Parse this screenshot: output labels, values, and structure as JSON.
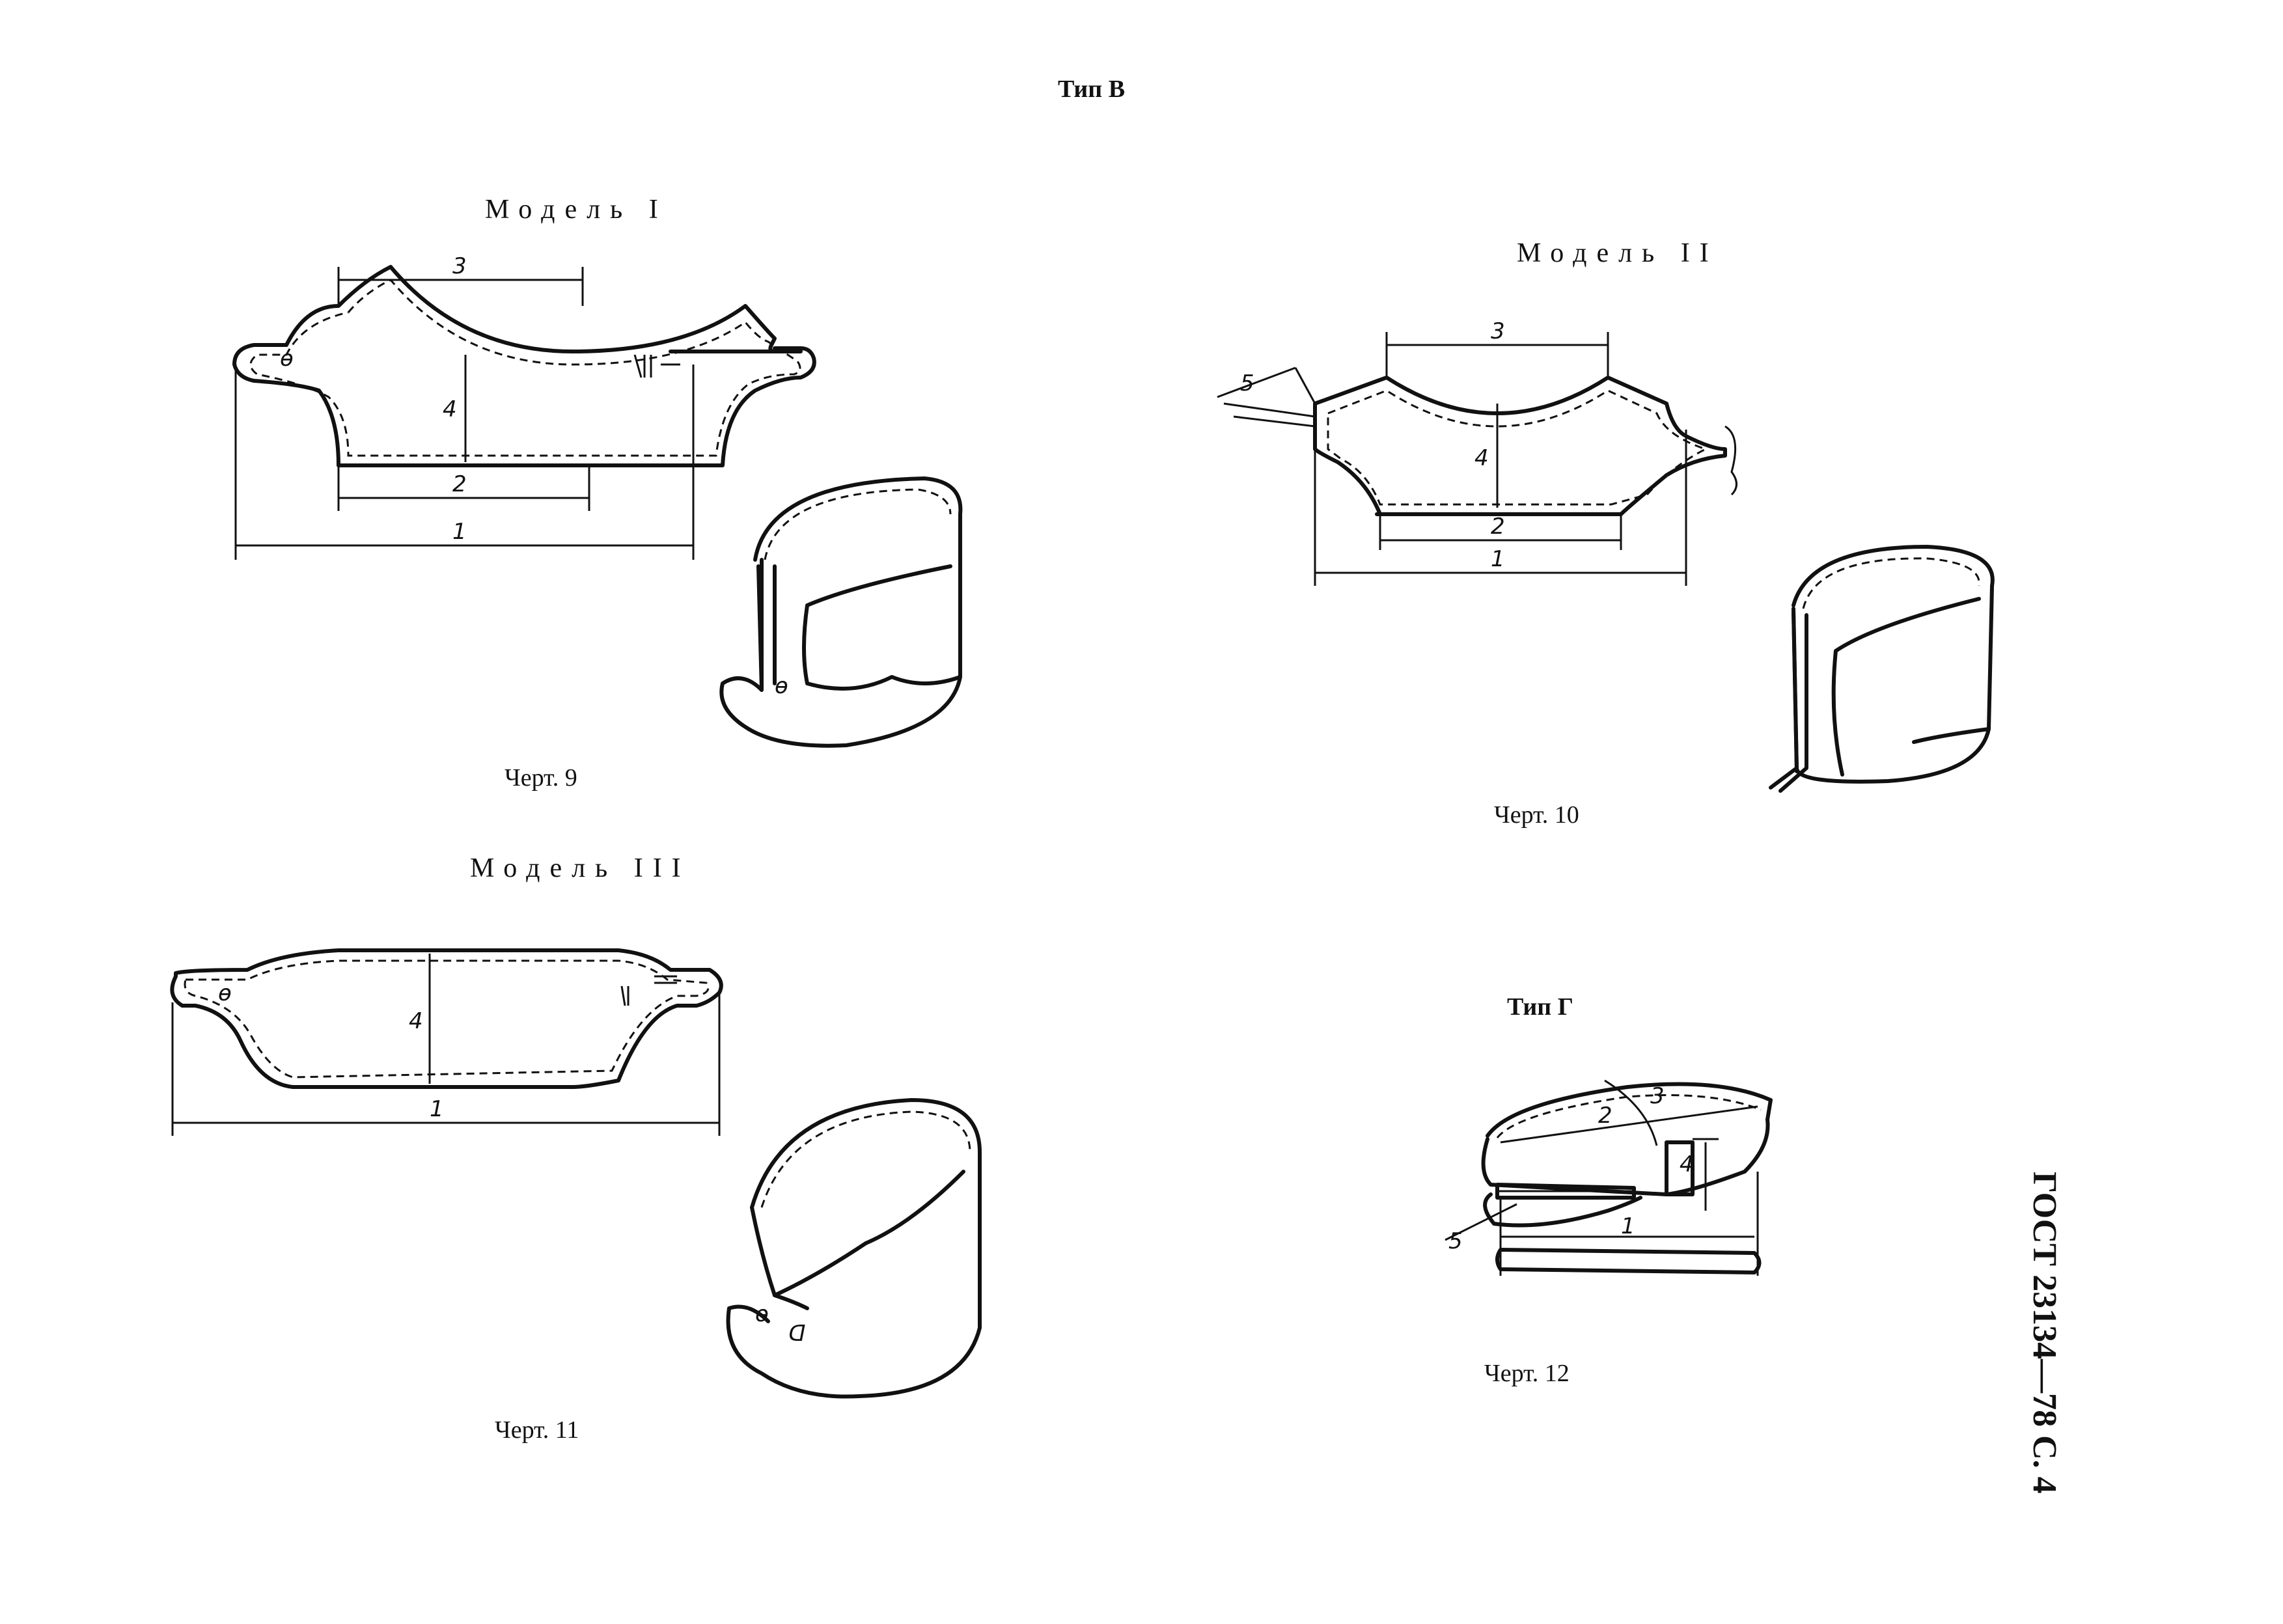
{
  "page": {
    "type_b": "Тип В",
    "type_g": "Тип Г",
    "gost": "ГОСТ 23134—78 С. 4"
  },
  "models": {
    "m1": "Модель I",
    "m2": "Модель II",
    "m3": "Модель III"
  },
  "captions": {
    "ch9": "Черт. 9",
    "ch10": "Черт. 10",
    "ch11": "Черт. 11",
    "ch12": "Черт. 12"
  },
  "dims": {
    "d1": "1",
    "d2": "2",
    "d3": "3",
    "d4": "4",
    "d5": "5"
  }
}
